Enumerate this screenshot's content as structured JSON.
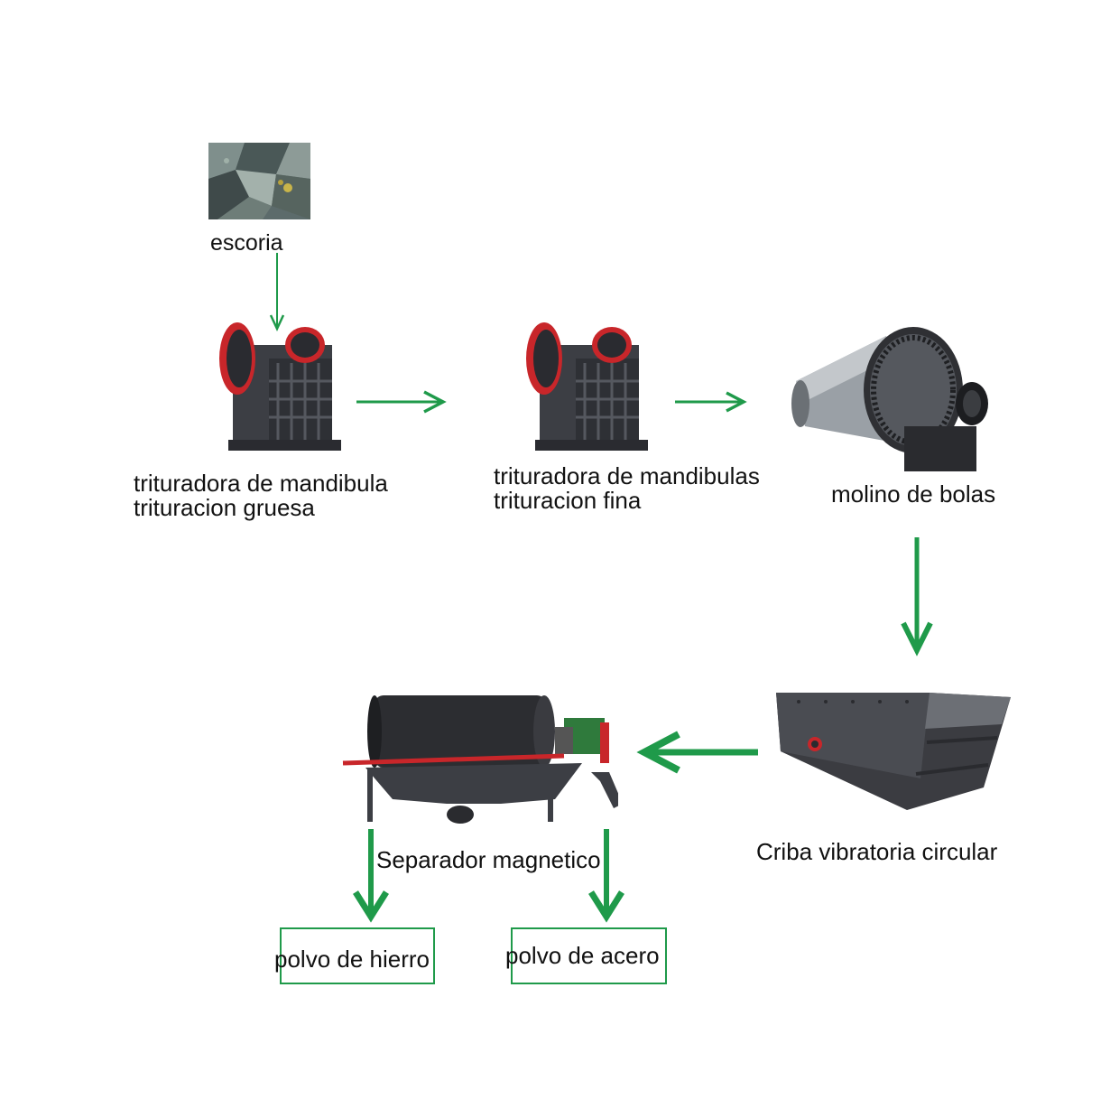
{
  "colors": {
    "arrow": "#1f9a4a",
    "box_border": "#1f9a4a",
    "machine_red": "#c8262a",
    "machine_dark": "#3c3e44"
  },
  "nodes": {
    "escoria": {
      "label": "escoria",
      "icon": "slag-rock-image"
    },
    "jaw_coarse": {
      "line1": "trituradora de mandibula",
      "line2": "trituracion gruesa",
      "icon": "jaw-crusher-image"
    },
    "jaw_fine": {
      "line1": "trituradora de mandibulas",
      "line2": "trituracion fina",
      "icon": "jaw-crusher-image"
    },
    "ball_mill": {
      "label": "molino de bolas",
      "icon": "ball-mill-image"
    },
    "screen": {
      "label": "Criba vibratoria circular",
      "icon": "vibrating-screen-image"
    },
    "separator": {
      "label": "Separador magnetico",
      "icon": "magnetic-separator-image"
    },
    "iron": {
      "label": "polvo de hierro"
    },
    "steel": {
      "label": "polvo de acero"
    }
  }
}
